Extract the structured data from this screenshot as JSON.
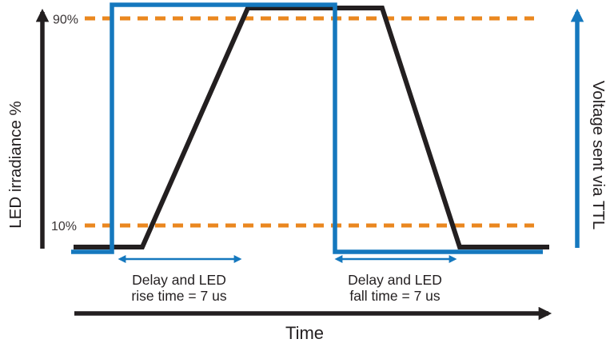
{
  "diagram": {
    "left_axis_label": "LED irradiance %",
    "right_axis_label": "Voltage sent via TTL",
    "x_axis_label": "Time",
    "threshold_upper": "90%",
    "threshold_lower": "10%",
    "rise_annotation": {
      "line1": "Delay and LED",
      "line2": "rise time = 7 us"
    },
    "fall_annotation": {
      "line1": "Delay and LED",
      "line2": "fall time = 7 us"
    },
    "colors": {
      "ttl_blue": "#1578be",
      "threshold_orange": "#ea871f",
      "ink_black": "#231f20"
    }
  },
  "chart_data": {
    "type": "line",
    "xlabel": "Time",
    "ylabel_left": "LED irradiance %",
    "ylabel_right": "Voltage sent via TTL",
    "reference_levels_pct": [
      90,
      10
    ],
    "grid": false,
    "series": [
      {
        "name": "Voltage sent via TTL",
        "color": "#1578be",
        "waveform": "square pulse",
        "points_t_us_vs_pct": [
          [
            -2.1,
            0
          ],
          [
            0,
            0
          ],
          [
            0,
            100
          ],
          [
            11.5,
            100
          ],
          [
            11.5,
            0
          ],
          [
            22.2,
            0
          ]
        ]
      },
      {
        "name": "LED irradiance %",
        "color": "#231f20",
        "waveform": "trapezoidal",
        "points_t_us_vs_pct": [
          [
            -2.1,
            0
          ],
          [
            1.6,
            0
          ],
          [
            7,
            100
          ],
          [
            13.9,
            100
          ],
          [
            17.9,
            0
          ],
          [
            22.5,
            0
          ]
        ]
      }
    ],
    "annotations": [
      "Delay and LED rise time = 7 us (from TTL rising edge to LED at full irradiance)",
      "Delay and LED fall time = 7 us (from TTL falling edge to LED off)"
    ]
  }
}
